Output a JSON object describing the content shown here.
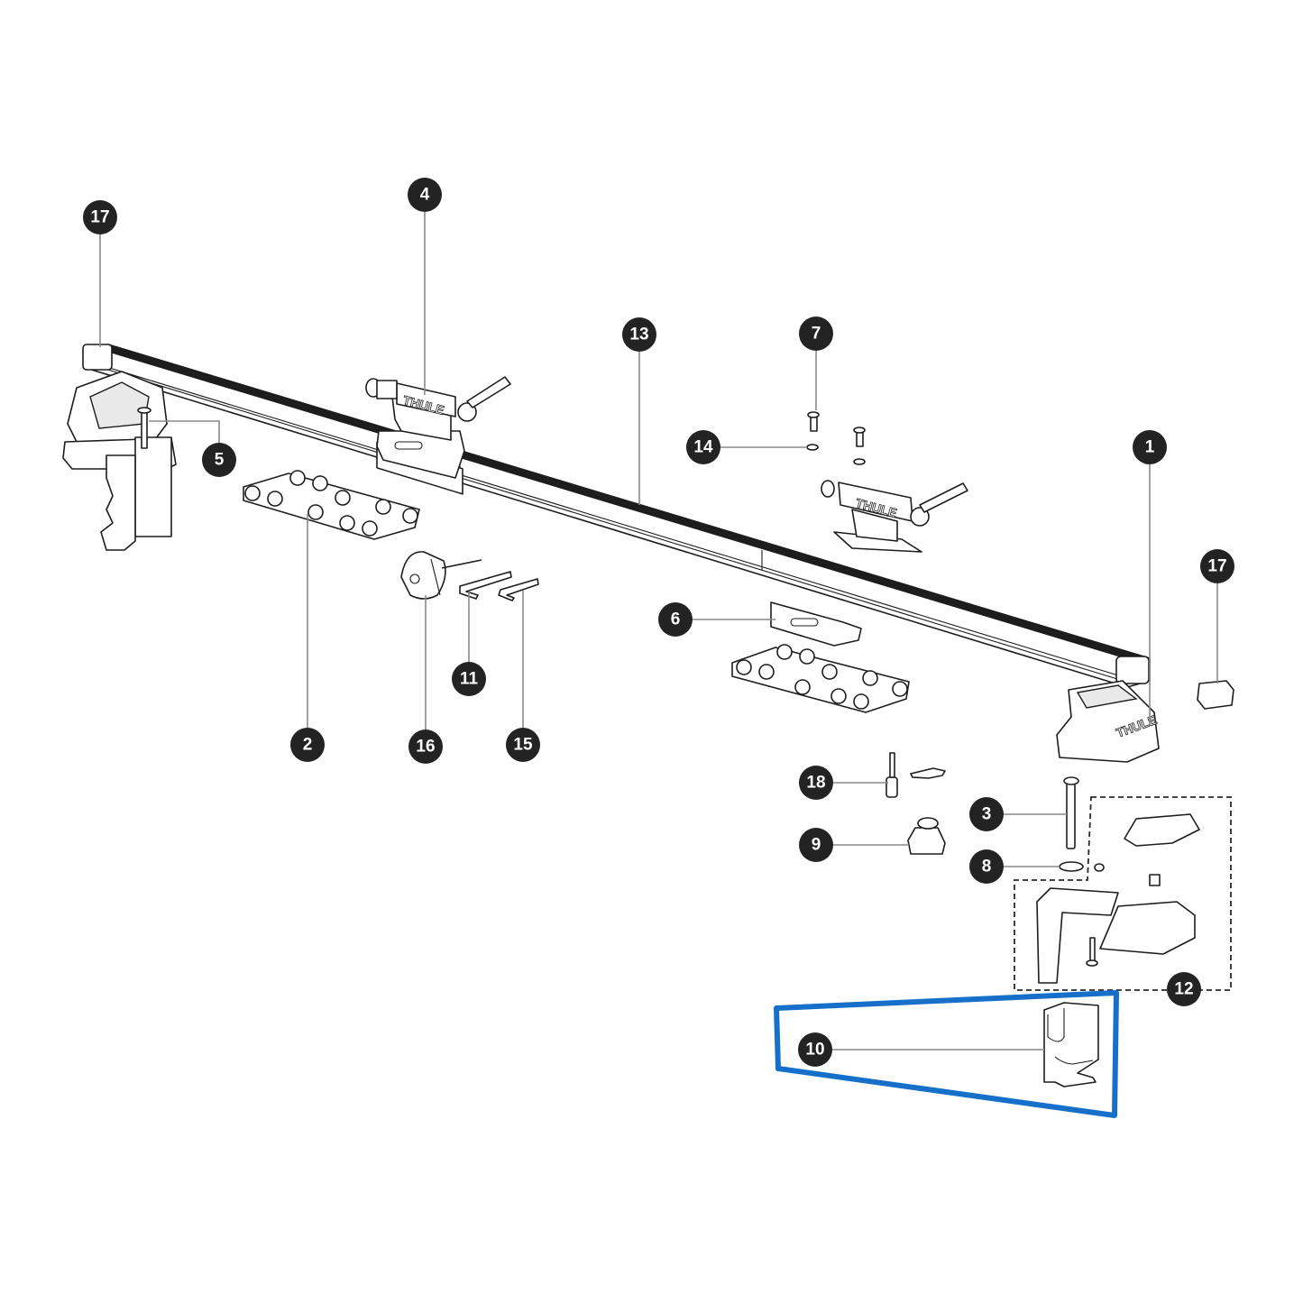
{
  "diagram": {
    "type": "exploded-parts-diagram",
    "brand_marking": "THULE",
    "colors": {
      "callout_fill": "#232323",
      "callout_text": "#ffffff",
      "leader_line": "#8a8a8a",
      "highlight": "#1670c9",
      "line_art": "#1d1d1d"
    },
    "callouts": [
      {
        "number": "17",
        "part": "end cap (left)"
      },
      {
        "number": "4",
        "part": "fork mount (on bar)"
      },
      {
        "number": "5",
        "part": "foot bolt"
      },
      {
        "number": "13",
        "part": "load bar"
      },
      {
        "number": "7",
        "part": "screw"
      },
      {
        "number": "14",
        "part": "washer"
      },
      {
        "number": "1",
        "part": "foot pack"
      },
      {
        "number": "17",
        "part": "end cap (right)"
      },
      {
        "number": "2",
        "part": "T-track adapter plate"
      },
      {
        "number": "16",
        "part": "knob tool"
      },
      {
        "number": "11",
        "part": "hex key"
      },
      {
        "number": "15",
        "part": "torx key"
      },
      {
        "number": "6",
        "part": "mounting channel"
      },
      {
        "number": "18",
        "part": "lock cylinder and key"
      },
      {
        "number": "9",
        "part": "lock housing"
      },
      {
        "number": "3",
        "part": "long bolt"
      },
      {
        "number": "8",
        "part": "rubber washer"
      },
      {
        "number": "12",
        "part": "foot bracket kit"
      },
      {
        "number": "10",
        "part": "clamp hook"
      }
    ],
    "highlighted_part": "10",
    "grouped_kit": "12"
  }
}
